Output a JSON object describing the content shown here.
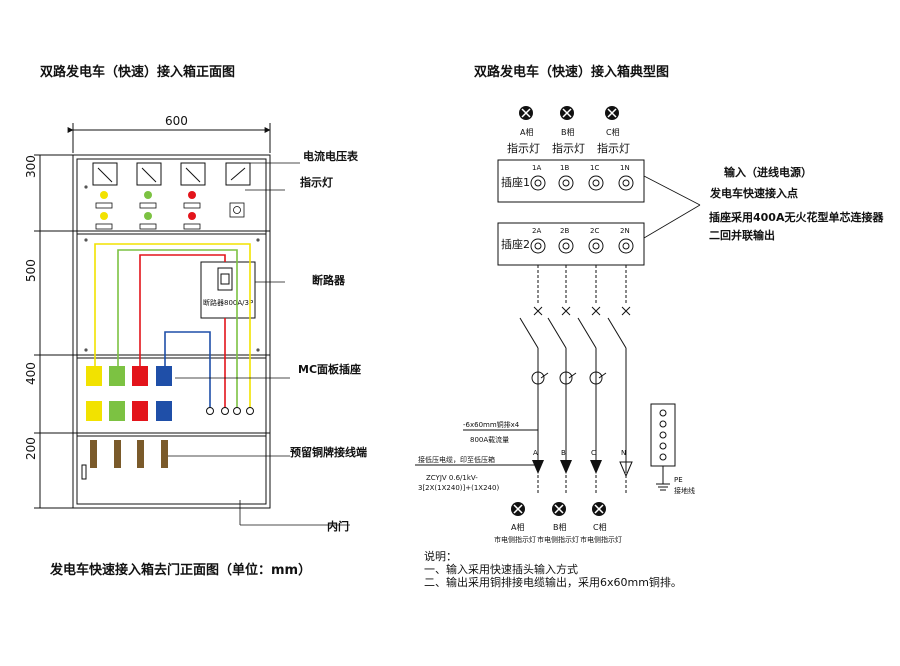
{
  "front_view": {
    "title": "双路发电车（快速）接入箱正面图",
    "width_dim": "600",
    "heights": [
      "300",
      "500",
      "400",
      "200"
    ],
    "labels": {
      "meter": "电流电压表",
      "indicator": "指示灯",
      "breaker": "断路器",
      "mc_socket": "MC面板插座",
      "copper": "预留铜牌接线端",
      "door": "内门"
    },
    "breaker_text": "断路器800A/3P",
    "colors": {
      "yellow": "#f2e200",
      "green": "#7cc242",
      "red": "#e3141b",
      "blue": "#1f4fa8",
      "brown": "#7a5a2a"
    },
    "caption": "发电车快速接入箱去门正面图（单位：mm）"
  },
  "typical_view": {
    "title": "双路发电车（快速）接入箱典型图",
    "lamps_top": [
      {
        "phase": "A相",
        "caption": "指示灯"
      },
      {
        "phase": "B相",
        "caption": "指示灯"
      },
      {
        "phase": "C相",
        "caption": "指示灯"
      }
    ],
    "socket1": {
      "label": "插座1",
      "pins": [
        "1A",
        "1B",
        "1C",
        "1N"
      ]
    },
    "socket2": {
      "label": "插座2",
      "pins": [
        "2A",
        "2B",
        "2C",
        "2N"
      ]
    },
    "callout": {
      "line1": "输入（进线电源）",
      "line2": "发电车快速接入点",
      "line3": "插座采用400A无火花型单芯连接器",
      "line4": "二回并联输出"
    },
    "busbar_note": "-6x60mm铜排x4",
    "busbar_current": "800A载流量",
    "cable_note": "接低压电缆，印至低压箱",
    "cable_spec1": "ZCYJV 0.6/1kV-",
    "cable_spec2": "3[2X(1X240)]+(1X240)",
    "phases": [
      "A",
      "B",
      "C",
      "N"
    ],
    "pe_label": "PE",
    "ground_label": "接地线",
    "lamps_bottom": [
      {
        "phase": "A相",
        "caption": "市电侧指示灯"
      },
      {
        "phase": "B相",
        "caption": "市电侧指示灯"
      },
      {
        "phase": "C相",
        "caption": "市电侧指示灯"
      }
    ],
    "notes": {
      "heading": "说明：",
      "n1": "一、输入采用快速插头输入方式",
      "n2": "二、输出采用铜排接电缆输出，采用6x60mm铜排。"
    }
  }
}
